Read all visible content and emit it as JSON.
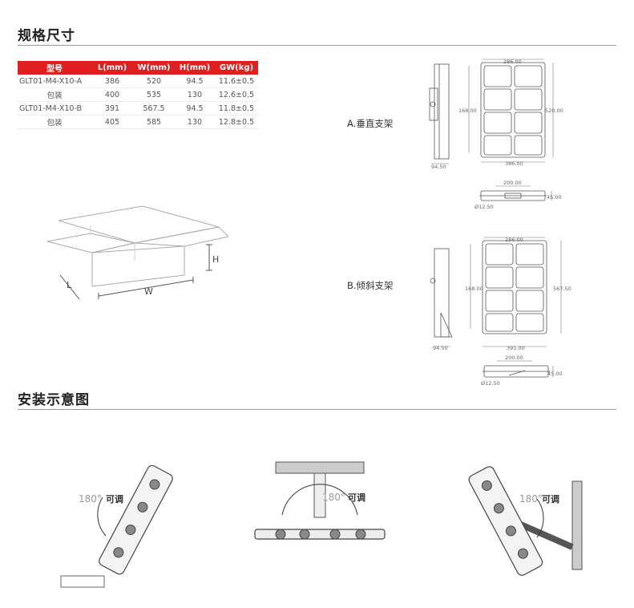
{
  "sections": {
    "spec_title": "规格尺寸",
    "install_title": "安装示意图"
  },
  "spec_table": {
    "headers": [
      "型号",
      "L(mm)",
      "W(mm)",
      "H(mm)",
      "GW(kg)"
    ],
    "rows": [
      [
        "GLT01-M4-X10-A",
        "386",
        "520",
        "94.5",
        "11.6±0.5"
      ],
      [
        "包装",
        "400",
        "535",
        "130",
        "12.6±0.5"
      ],
      [
        "GLT01-M4-X10-B",
        "391",
        "567.5",
        "94.5",
        "11.8±0.5"
      ],
      [
        "包装",
        "405",
        "585",
        "130",
        "12.8±0.5"
      ]
    ]
  },
  "box": {
    "l": "L",
    "w": "W",
    "h": "H"
  },
  "brackets": {
    "a_label": "A.垂直支架",
    "b_label": "B.倾斜支架"
  },
  "dims_a": {
    "top": "286.00",
    "height_inner": "168.00",
    "height_total": "520.00",
    "width": "386.00",
    "side_depth": "94.50",
    "mount_w": "200.00",
    "mount_h": "45.00",
    "hole": "Ø12.50"
  },
  "dims_b": {
    "top": "286.00",
    "height_inner": "168.00",
    "height_total": "567.50",
    "width": "391.00",
    "side_depth": "94.50",
    "mount_w": "200.00",
    "mount_h": "45.00",
    "hole": "Ø12.50"
  },
  "install": {
    "angle": "180°",
    "adjust": "可调"
  }
}
